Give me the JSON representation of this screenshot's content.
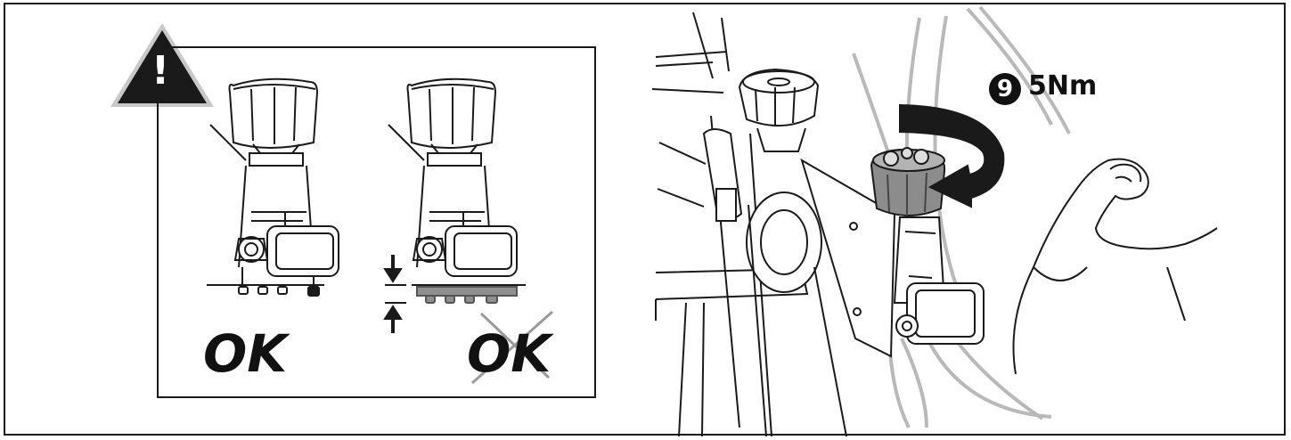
{
  "inset": {
    "warning_symbol": "!",
    "label_correct": "OK",
    "label_incorrect": "OK"
  },
  "step": {
    "number": "9",
    "torque": "5Nm"
  },
  "colors": {
    "line": "#1a1a1a",
    "frame_gray": "#b9b9b9",
    "warning_fill": "#1a1a1a",
    "warning_outline": "#c8c8c8"
  }
}
